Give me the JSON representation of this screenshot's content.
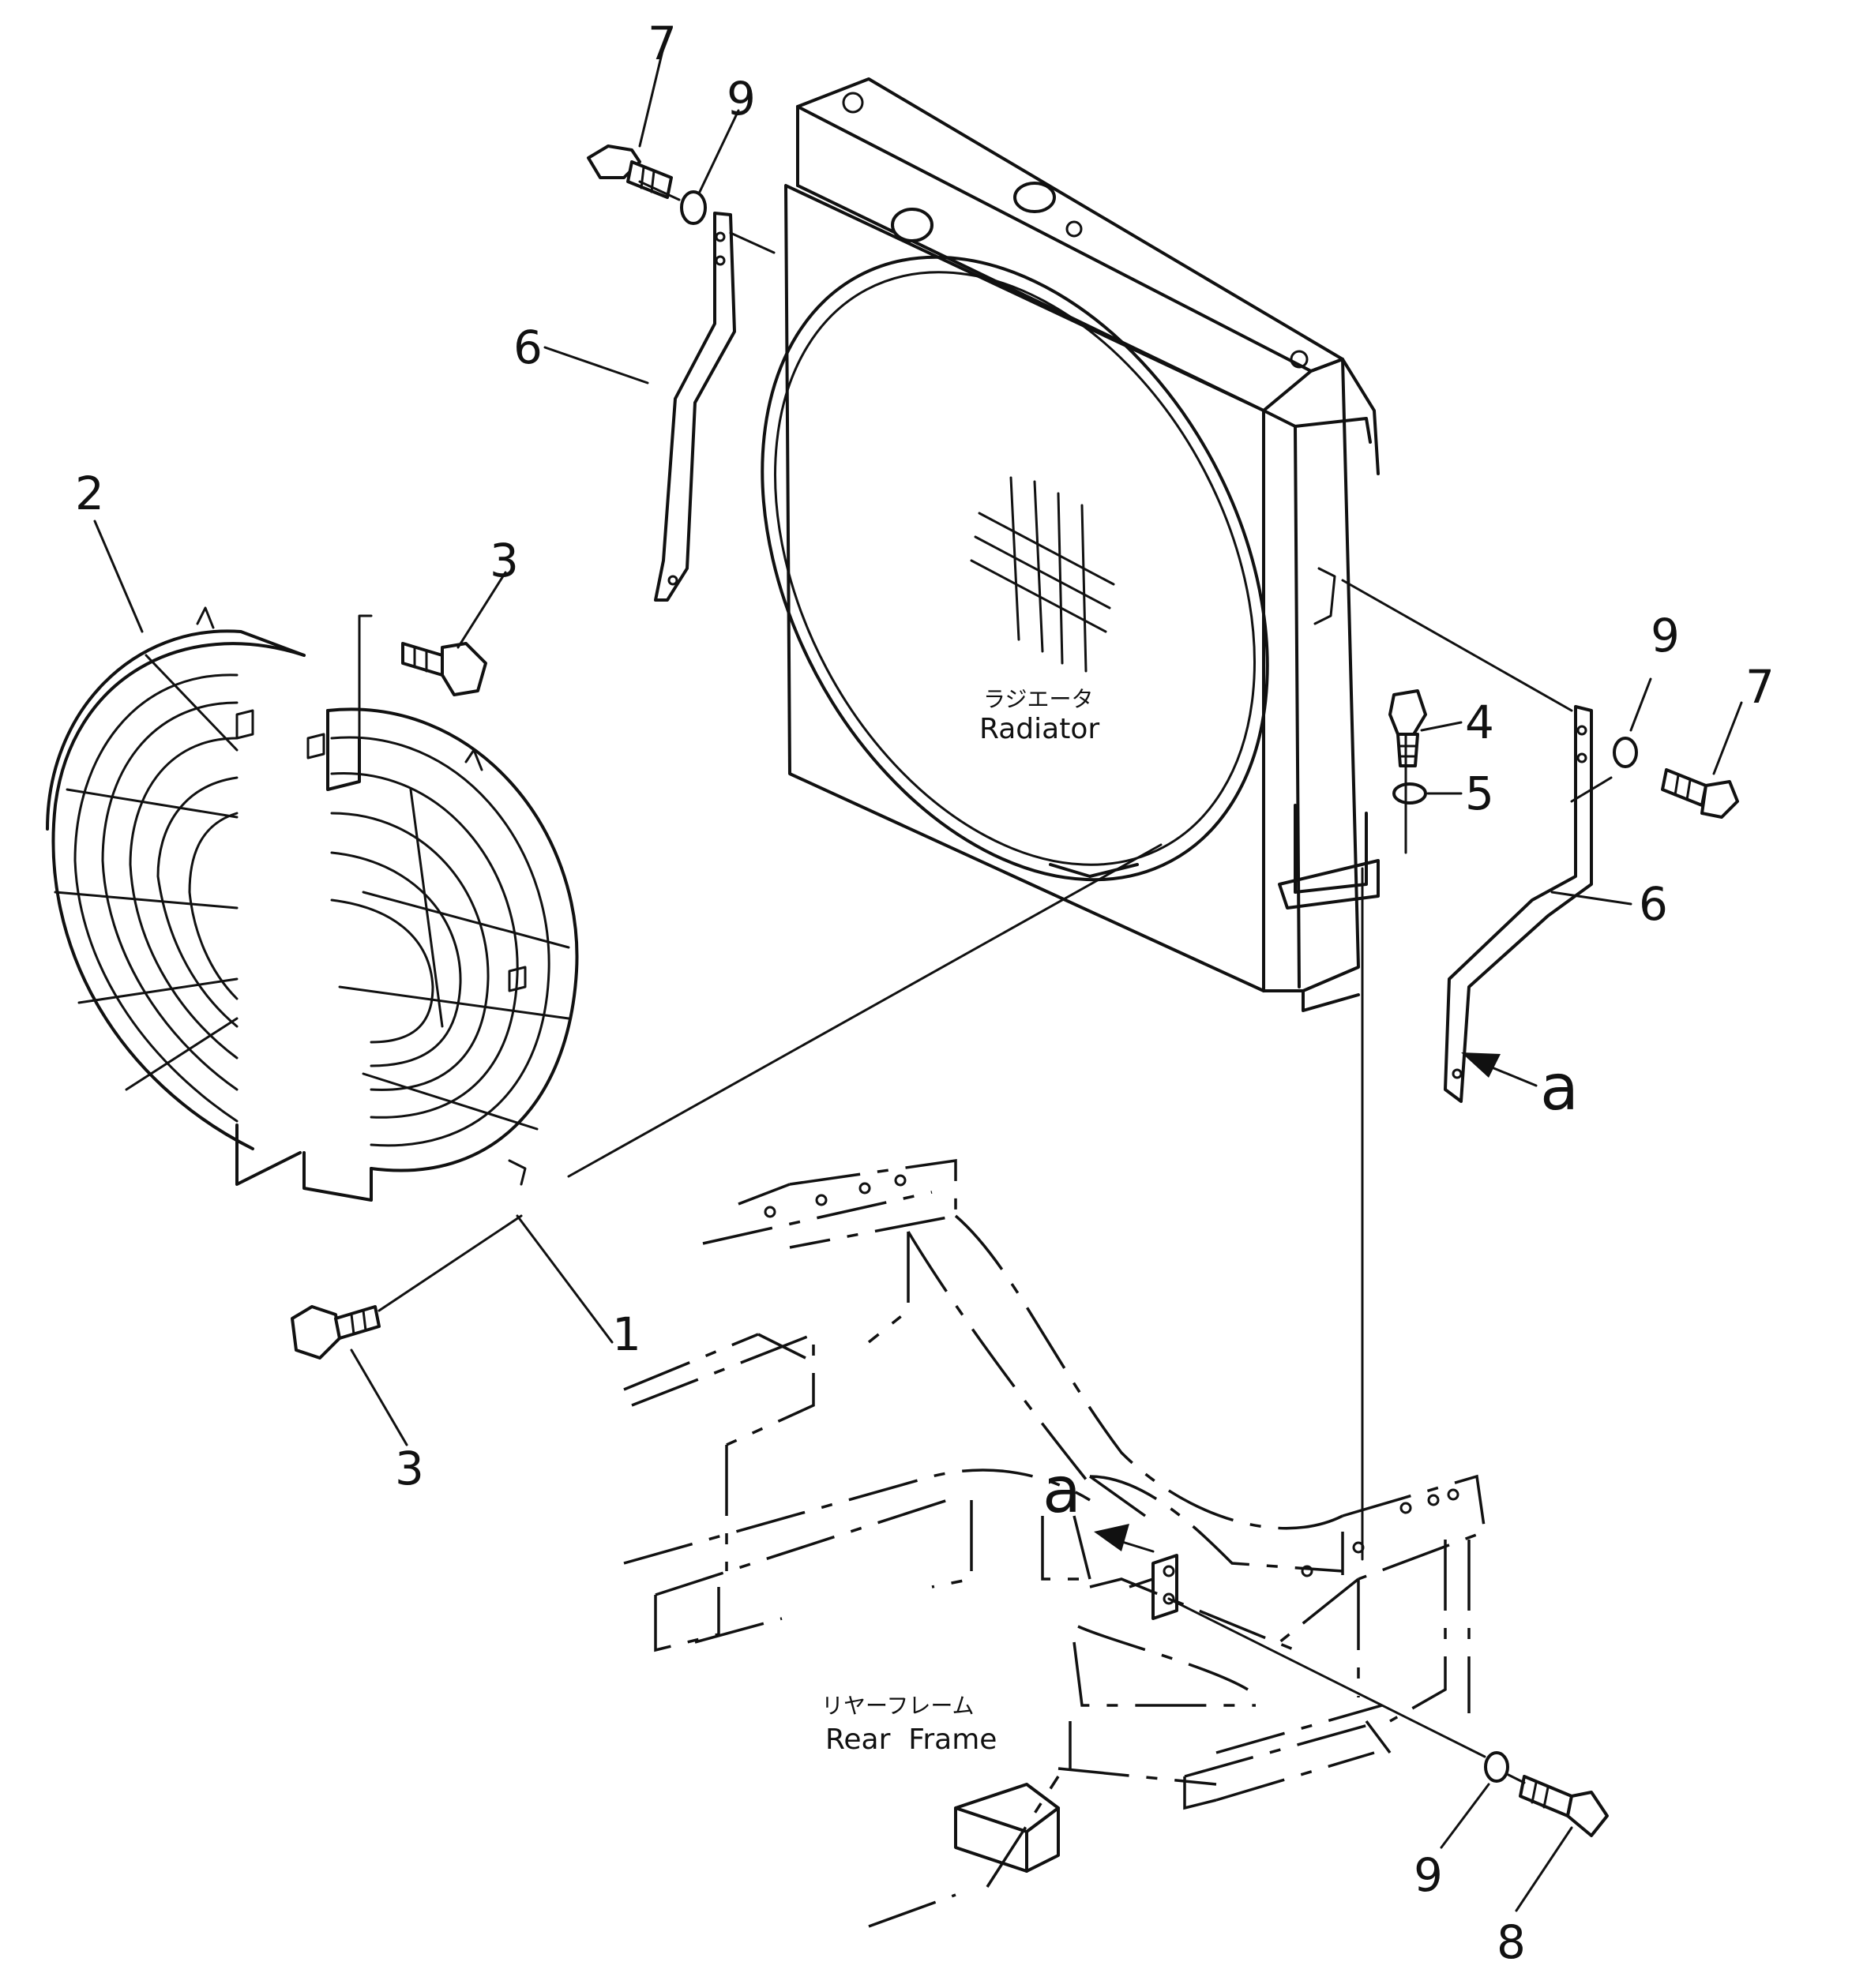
{
  "callouts": {
    "c1": "1",
    "c2": "2",
    "c3_top": "3",
    "c3_bottom": "3",
    "c4": "4",
    "c5": "5",
    "c6_left": "6",
    "c6_right": "6",
    "c7_left": "7",
    "c7_right": "7",
    "c8": "8",
    "c9_top": "9",
    "c9_right": "9",
    "c9_bottom": "9",
    "a_right": "a",
    "a_frame": "a"
  },
  "labels": {
    "radiator_jp": "ラジエータ",
    "radiator_en": "Radiator",
    "rear_frame_jp": "リヤーフレーム",
    "rear_frame_en": "Rear  Frame"
  },
  "colors": {
    "line": "#111111",
    "background": "#ffffff"
  }
}
